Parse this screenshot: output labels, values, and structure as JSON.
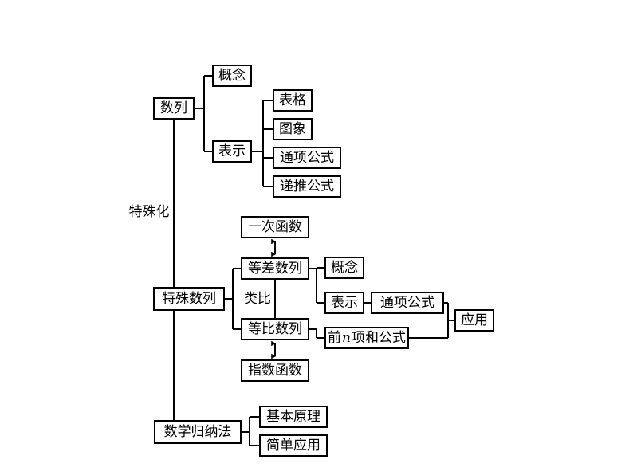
{
  "diagram": {
    "type": "tree-mindmap",
    "title_subject": "数列",
    "background_color": "#ffffff",
    "line_color": "#000000",
    "text_color": "#000000",
    "nodes": {
      "shulie": "数列",
      "gainian_top": "概念",
      "biaoshi_top": "表示",
      "biaoge": "表格",
      "tuxiang": "图象",
      "tongxiang_gongshi_top": "通项公式",
      "ditui_gongshi": "递推公式",
      "teshuhua": "特殊化",
      "yici_hanshu": "一次函数",
      "teshu_shulie": "特殊数列",
      "dengcha_shulie": "等差数列",
      "leibi": "类比",
      "dengbi_shulie": "等比数列",
      "zhishu_hanshu": "指数函数",
      "gainian_right": "概念",
      "biaoshi_right": "表示",
      "tongxiang_gongshi_right": "通项公式",
      "qian_n_xiang_he_gongshi_pre": "前",
      "qian_n_xiang_he_gongshi_var": "n",
      "qian_n_xiang_he_gongshi_post": "项和公式",
      "yingyong": "应用",
      "shuxue_guinafa": "数学归纳法",
      "jiben_yuanli": "基本原理",
      "jiandan_yingyong": "简单应用"
    }
  }
}
